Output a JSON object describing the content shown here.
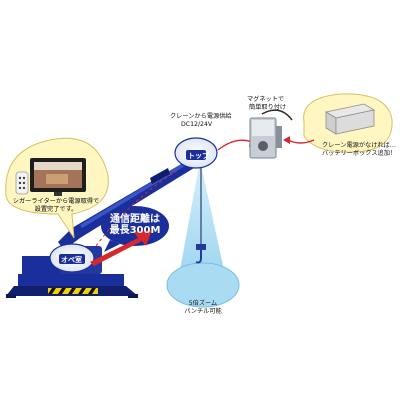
{
  "labels": {
    "power_supply": "クレーンから電源供給",
    "voltage": "DC12/24V",
    "magnet_line1": "マグネットで",
    "magnet_line2": "簡単取り付け",
    "battery_line1": "クレーン電源がなければ…",
    "battery_line2": "バッテリーボックス追加！",
    "monitor_line1": "シガーライターから電源取得で",
    "monitor_line2": "設置完了です。",
    "distance_line1": "通信距離は",
    "distance_line2": "最長300M",
    "zoom_line1": "5倍ズーム",
    "zoom_line2": "パンチル可能",
    "top_tag": "トップ",
    "operator_tag": "オペ室"
  },
  "colors": {
    "boom": "#1a2e9c",
    "dark_navy": "#10206e",
    "bubble_fill": "#fff6c2",
    "bubble_stroke": "#d6c060",
    "arrow_red": "#d8282d",
    "sky_blue": "#a9dcf2",
    "hazard_yellow": "#f2d200"
  },
  "icons": {
    "camera": "camera-icon",
    "battery": "battery-box-icon",
    "monitor": "monitor-icon",
    "remote": "remote-icon",
    "hook": "crane-hook-icon"
  }
}
